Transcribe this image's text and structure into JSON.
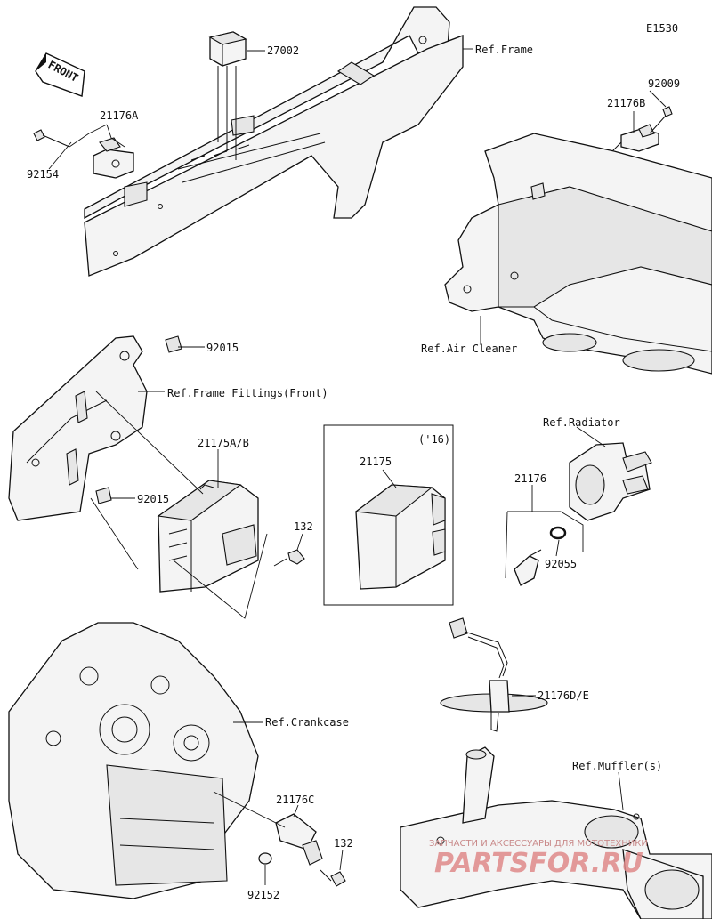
{
  "diagram_code": "E1530",
  "front_marker": "FRONT",
  "labels": {
    "p27002": "27002",
    "ref_frame": "Ref.Frame",
    "p92009": "92009",
    "p21176A": "21176A",
    "p21176B": "21176B",
    "p92154": "92154",
    "ref_air_cleaner": "Ref.Air Cleaner",
    "p92015_top": "92015",
    "ref_frame_fittings": "Ref.Frame Fittings(Front)",
    "ref_radiator": "Ref.Radiator",
    "year_16": "('16)",
    "p21175AB": "21175A/B",
    "p21175": "21175",
    "p21176": "21176",
    "p92015_bottom": "92015",
    "p132_top": "132",
    "p92055": "92055",
    "p21176DE": "21176D/E",
    "ref_crankcase": "Ref.Crankcase",
    "ref_muffler": "Ref.Muffler(s)",
    "p21176C": "21176C",
    "p132_bottom": "132",
    "p92152": "92152"
  },
  "watermark": {
    "line1": "ЗАПЧАСТИ И АКСЕССУАРЫ ДЛЯ МОТОТЕХНИКИ",
    "line2": "PARTSFOR.RU"
  }
}
